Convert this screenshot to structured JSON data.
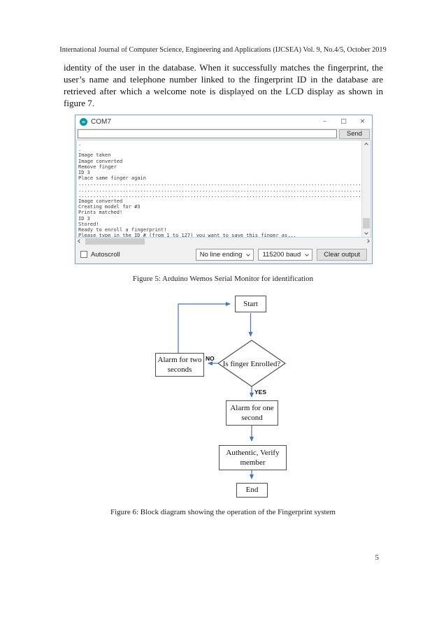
{
  "document": {
    "header": "International Journal of Computer Science, Engineering and Applications (IJCSEA) Vol. 9, No.4/5, October 2019",
    "paragraph": "identity of the user in the database. When it successfully matches the fingerprint, the user’s name and telephone number linked to the fingerprint ID in the database are retrieved after which a welcome note is displayed on the LCD display as shown in figure 7.",
    "figure5_caption": "Figure 5: Arduino Wemos Serial Monitor for identification",
    "figure6_caption": "Figure 6: Block diagram showing the operation of the Fingerprint system",
    "page_number": "5"
  },
  "serial_monitor": {
    "title": "COM7",
    "icons": {
      "arduino": "∞",
      "minimize": "–",
      "maximize": "□",
      "close": "×"
    },
    "input_value": "",
    "send_button": "Send",
    "output_lines": [
      ".",
      ".",
      "Image taken",
      "Image converted",
      "Remove finger",
      "ID 3",
      "Place same finger again",
      "..............................................................................................................",
      "..............................................................................................................",
      "..............................................................................................................",
      "Image converted",
      "Creating model for #3",
      "Prints matched!",
      "ID 3",
      "Stored!",
      "Ready to enroll a fingerprint!",
      "Please type in the ID # (from 1 to 127) you want to save this finger as..."
    ],
    "status_bar": {
      "autoscroll_label": "Autoscroll",
      "autoscroll_checked": false,
      "line_ending": "No line ending",
      "baud": "115200 baud",
      "clear_button": "Clear output"
    },
    "colors": {
      "arduino_teal": "#00979d",
      "window_border": "#7da7d8"
    }
  },
  "flowchart": {
    "nodes": {
      "start": "Start",
      "decision": "Is finger Enrolled?",
      "alarm_two": "Alarm for two seconds",
      "alarm_one": "Alarm for one second",
      "authentic": "Authentic, Verify member",
      "end": "End"
    },
    "branch_labels": {
      "no": "NO",
      "yes": "YES"
    },
    "arrow_color": "#4472c4"
  }
}
